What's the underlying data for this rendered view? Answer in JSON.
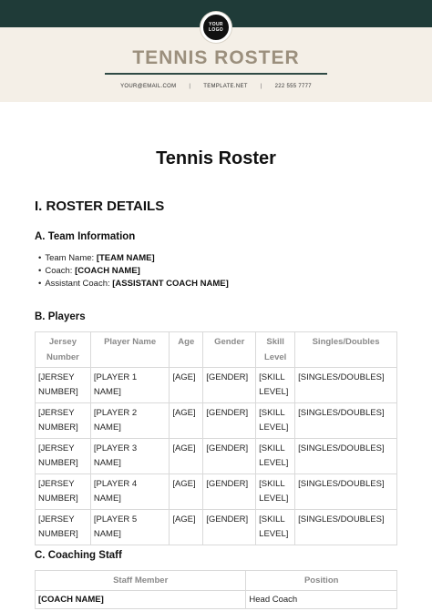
{
  "header": {
    "logo_line1": "YOUR",
    "logo_line2": "LOGO",
    "title": "TENNIS ROSTER",
    "email": "YOUR@EMAIL.COM",
    "website": "TEMPLATE.NET",
    "phone": "222 555 7777",
    "separator": "|"
  },
  "document": {
    "title": "Tennis Roster",
    "section_1": "I. ROSTER DETAILS",
    "team_info_heading": "A. Team Information",
    "team_info": [
      {
        "label": "Team Name: ",
        "value": "[TEAM NAME]"
      },
      {
        "label": "Coach: ",
        "value": "[COACH NAME]"
      },
      {
        "label": "Assistant Coach: ",
        "value": "[ASSISTANT COACH NAME]"
      }
    ],
    "players_heading": "B. Players",
    "players_columns": [
      "Jersey Number",
      "Player Name",
      "Age",
      "Gender",
      "Skill Level",
      "Singles/Doubles"
    ],
    "players_rows": [
      [
        "[JERSEY NUMBER]",
        "[PLAYER 1 NAME]",
        "[AGE]",
        "[GENDER]",
        "[SKILL LEVEL]",
        "[SINGLES/DOUBLES]"
      ],
      [
        "[JERSEY NUMBER]",
        "[PLAYER 2 NAME]",
        "[AGE]",
        "[GENDER]",
        "[SKILL LEVEL]",
        "[SINGLES/DOUBLES]"
      ],
      [
        "[JERSEY NUMBER]",
        "[PLAYER 3 NAME]",
        "[AGE]",
        "[GENDER]",
        "[SKILL LEVEL]",
        "[SINGLES/DOUBLES]"
      ],
      [
        "[JERSEY NUMBER]",
        "[PLAYER 4 NAME]",
        "[AGE]",
        "[GENDER]",
        "[SKILL LEVEL]",
        "[SINGLES/DOUBLES]"
      ],
      [
        "[JERSEY NUMBER]",
        "[PLAYER 5 NAME]",
        "[AGE]",
        "[GENDER]",
        "[SKILL LEVEL]",
        "[SINGLES/DOUBLES]"
      ]
    ],
    "staff_heading": "C. Coaching Staff",
    "staff_columns": [
      "Staff Member",
      "Position"
    ],
    "staff_rows": [
      [
        "[COACH NAME]",
        "Head Coach"
      ]
    ]
  }
}
